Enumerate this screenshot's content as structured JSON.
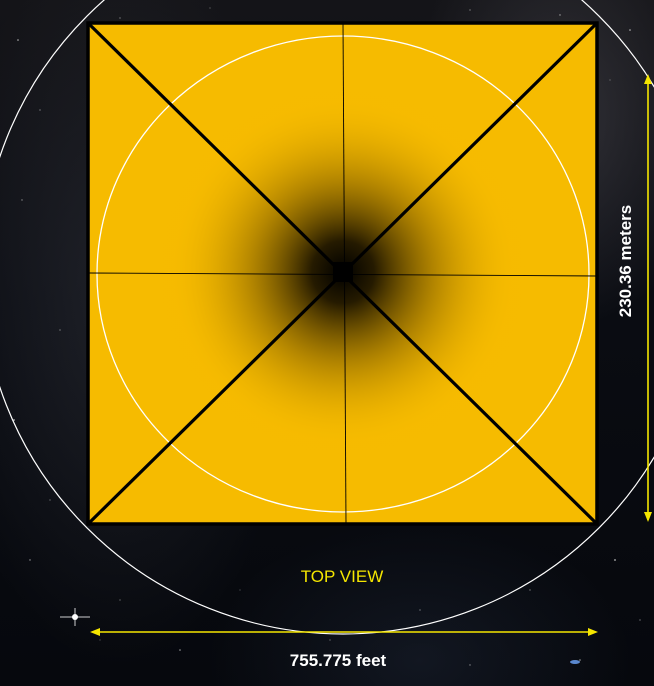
{
  "diagram": {
    "view_label": "TOP VIEW",
    "base_width_label": "755.775 feet",
    "base_height_label": "230.36 meters"
  },
  "colors": {
    "face_fill": "#f6bb00",
    "apex_shade": "#000000",
    "edges": "#000000",
    "circles": "#ffffff",
    "dimension_lines": "#f5e600"
  }
}
